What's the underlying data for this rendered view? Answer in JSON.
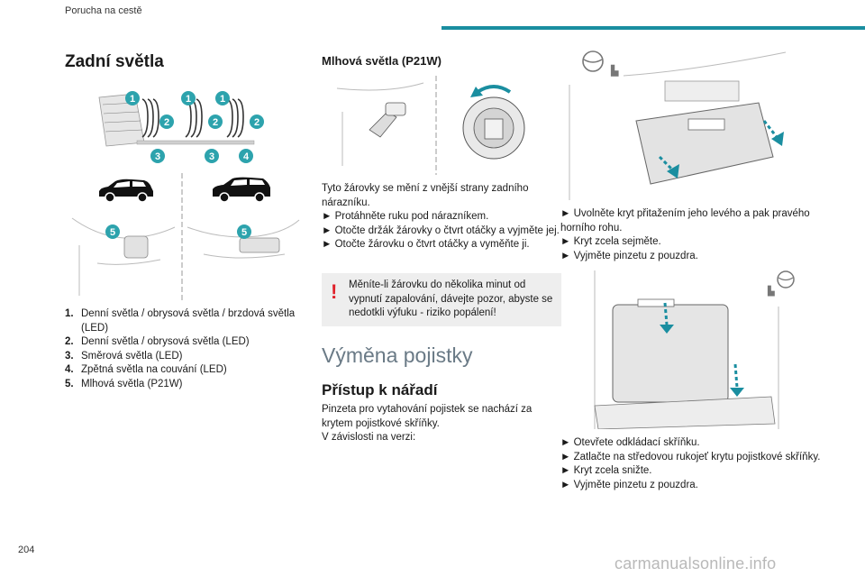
{
  "header": {
    "title": "Porucha na cestě",
    "accent_color": "#1a8ea0"
  },
  "page_number": "204",
  "watermark": "carmanualsonline.info",
  "rear_lights": {
    "title": "Zadní světla",
    "badges": [
      "1",
      "2",
      "1",
      "2",
      "1",
      "2",
      "3",
      "3",
      "4",
      "5",
      "5"
    ],
    "legend": [
      {
        "num": "1.",
        "text": "Denní světla / obrysová světla / brzdová světla (LED)"
      },
      {
        "num": "2.",
        "text": "Denní světla / obrysová světla (LED)"
      },
      {
        "num": "3.",
        "text": "Směrová světla (LED)"
      },
      {
        "num": "4.",
        "text": "Zpětná světla na couvání (LED)"
      },
      {
        "num": "5.",
        "text": "Mlhová světla (P21W)"
      }
    ]
  },
  "fog": {
    "title": "Mlhová světla (P21W)",
    "intro": "Tyto žárovky se mění z vnější strany zadního nárazníku.",
    "steps": [
      "► Protáhněte ruku pod nárazníkem.",
      "► Otočte držák žárovky o čtvrt otáčky a vyjměte jej.",
      "► Otočte žárovku o čtvrt otáčky a vyměňte ji."
    ],
    "warning": "Měníte-li žárovku do několika minut od vypnutí zapalování, dávejte pozor, abyste se nedotkli výfuku - riziko popálení!",
    "warning_color": "#e0212b"
  },
  "fuses": {
    "section_title": "Výměna pojistky",
    "heading": "Přístup k nářadí",
    "text": "Pinzeta pro vytahování pojistek se nachází za krytem pojistkové skříňky.",
    "text2": "V závislosti na verzi:",
    "steps_a": [
      "► Uvolněte kryt přitažením jeho levého a pak pravého horního rohu.",
      "► Kryt zcela sejměte.",
      "► Vyjměte pinzetu z pouzdra."
    ],
    "steps_b": [
      "► Otevřete odkládací skříňku.",
      "► Zatlačte na středovou rukojeť krytu pojistkové skříňky.",
      "► Kryt zcela snižte.",
      "► Vyjměte pinzetu z pouzdra."
    ]
  }
}
